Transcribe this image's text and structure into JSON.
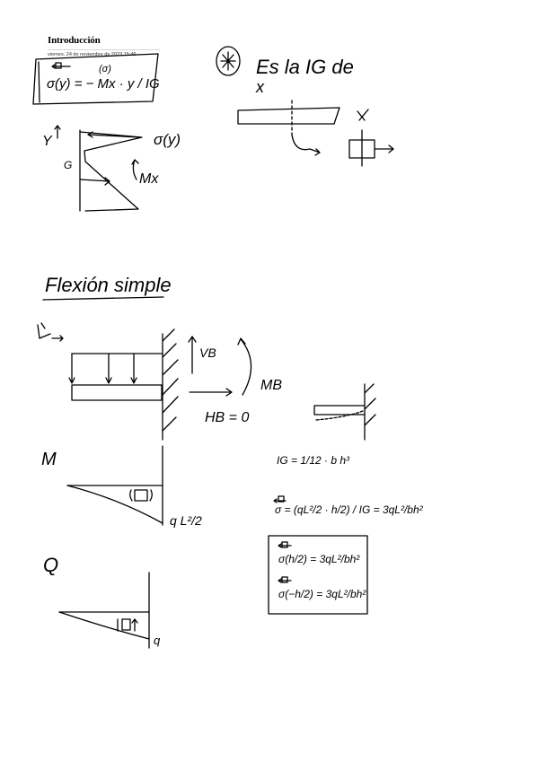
{
  "header": {
    "title": "Introducción",
    "date": "viernes, 24 de noviembre de 2023    15:46"
  },
  "notes": {
    "stress_formula": "σ(y) = − Mx · y / IG",
    "ig_note_line1": "Es la IG de",
    "ig_note_line2": "x",
    "axis_y": "Y",
    "centroid_g": "G",
    "stress_label": "σ(y)",
    "moment_mx": "Mx",
    "section_title": "Flexión simple",
    "reaction_vb": "VB",
    "reaction_hb": "HB = 0",
    "moment_mb": "MB",
    "diagram_m": "M",
    "diagram_q": "Q",
    "m_end_value": "q L²/2",
    "q_end_value": "q",
    "ig_formula": "IG = 1/12 · b h³",
    "sigma_max_formula": "σ = (qL²/2 · h/2) / IG = 3qL²/bh²",
    "box_line1": "σ(h/2) = 3qL²/bh²",
    "box_line2": "σ(−h/2) = 3qL²/bh²"
  }
}
